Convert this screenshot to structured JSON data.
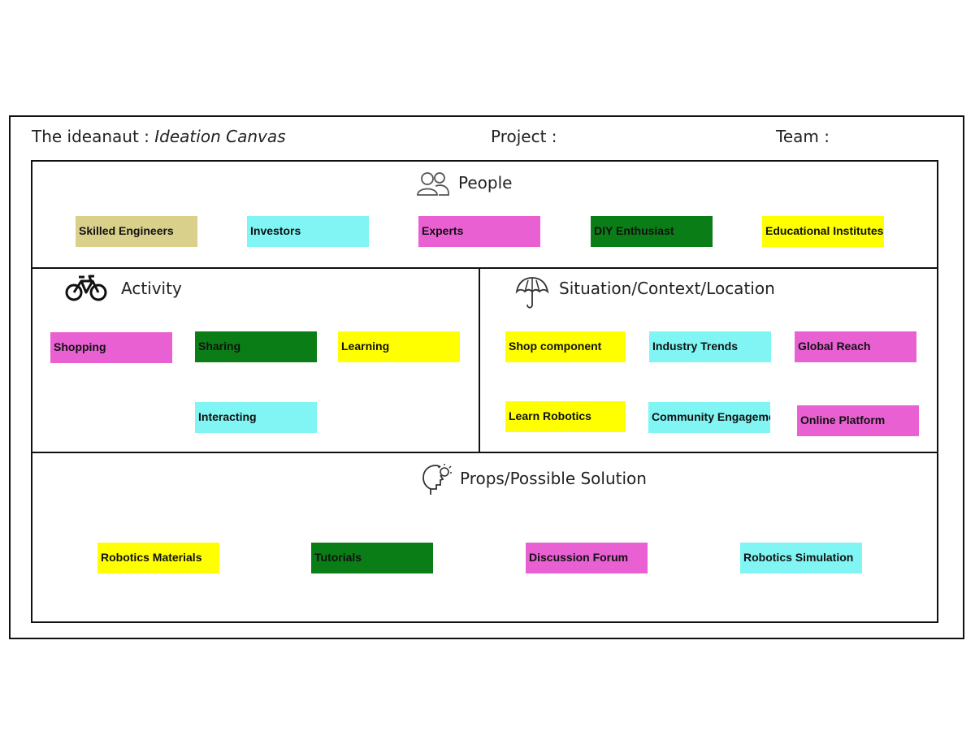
{
  "header": {
    "brand": "The ideanaut : ",
    "brand_italic": "Ideation Canvas",
    "project_label": "Project :",
    "team_label": "Team :"
  },
  "colors": {
    "tan": "#d9d08c",
    "cyan": "#80f5f3",
    "pink": "#e960d3",
    "green": "#0b7d16",
    "yellow": "#ffff00"
  },
  "sections": {
    "people": {
      "title": "People",
      "icon": "people-icon",
      "notes": [
        "Skilled Engineers",
        "Investors",
        "Experts",
        "DIY Enthusiast",
        "Educational Institutes"
      ]
    },
    "activity": {
      "title": "Activity",
      "icon": "bicycle-icon",
      "notes": [
        "Shopping",
        "Sharing",
        "Learning",
        "Interacting"
      ]
    },
    "situation": {
      "title": "Situation/Context/Location",
      "icon": "umbrella-icon",
      "notes": [
        "Shop component",
        "Industry Trends",
        "Global Reach",
        "Learn Robotics",
        "Community Engagement",
        "Online Platform"
      ]
    },
    "props": {
      "title": "Props/Possible Solution",
      "icon": "idea-head-icon",
      "notes": [
        "Robotics Materials",
        "Tutorials",
        "Discussion Forum",
        "Robotics Simulation"
      ]
    }
  }
}
